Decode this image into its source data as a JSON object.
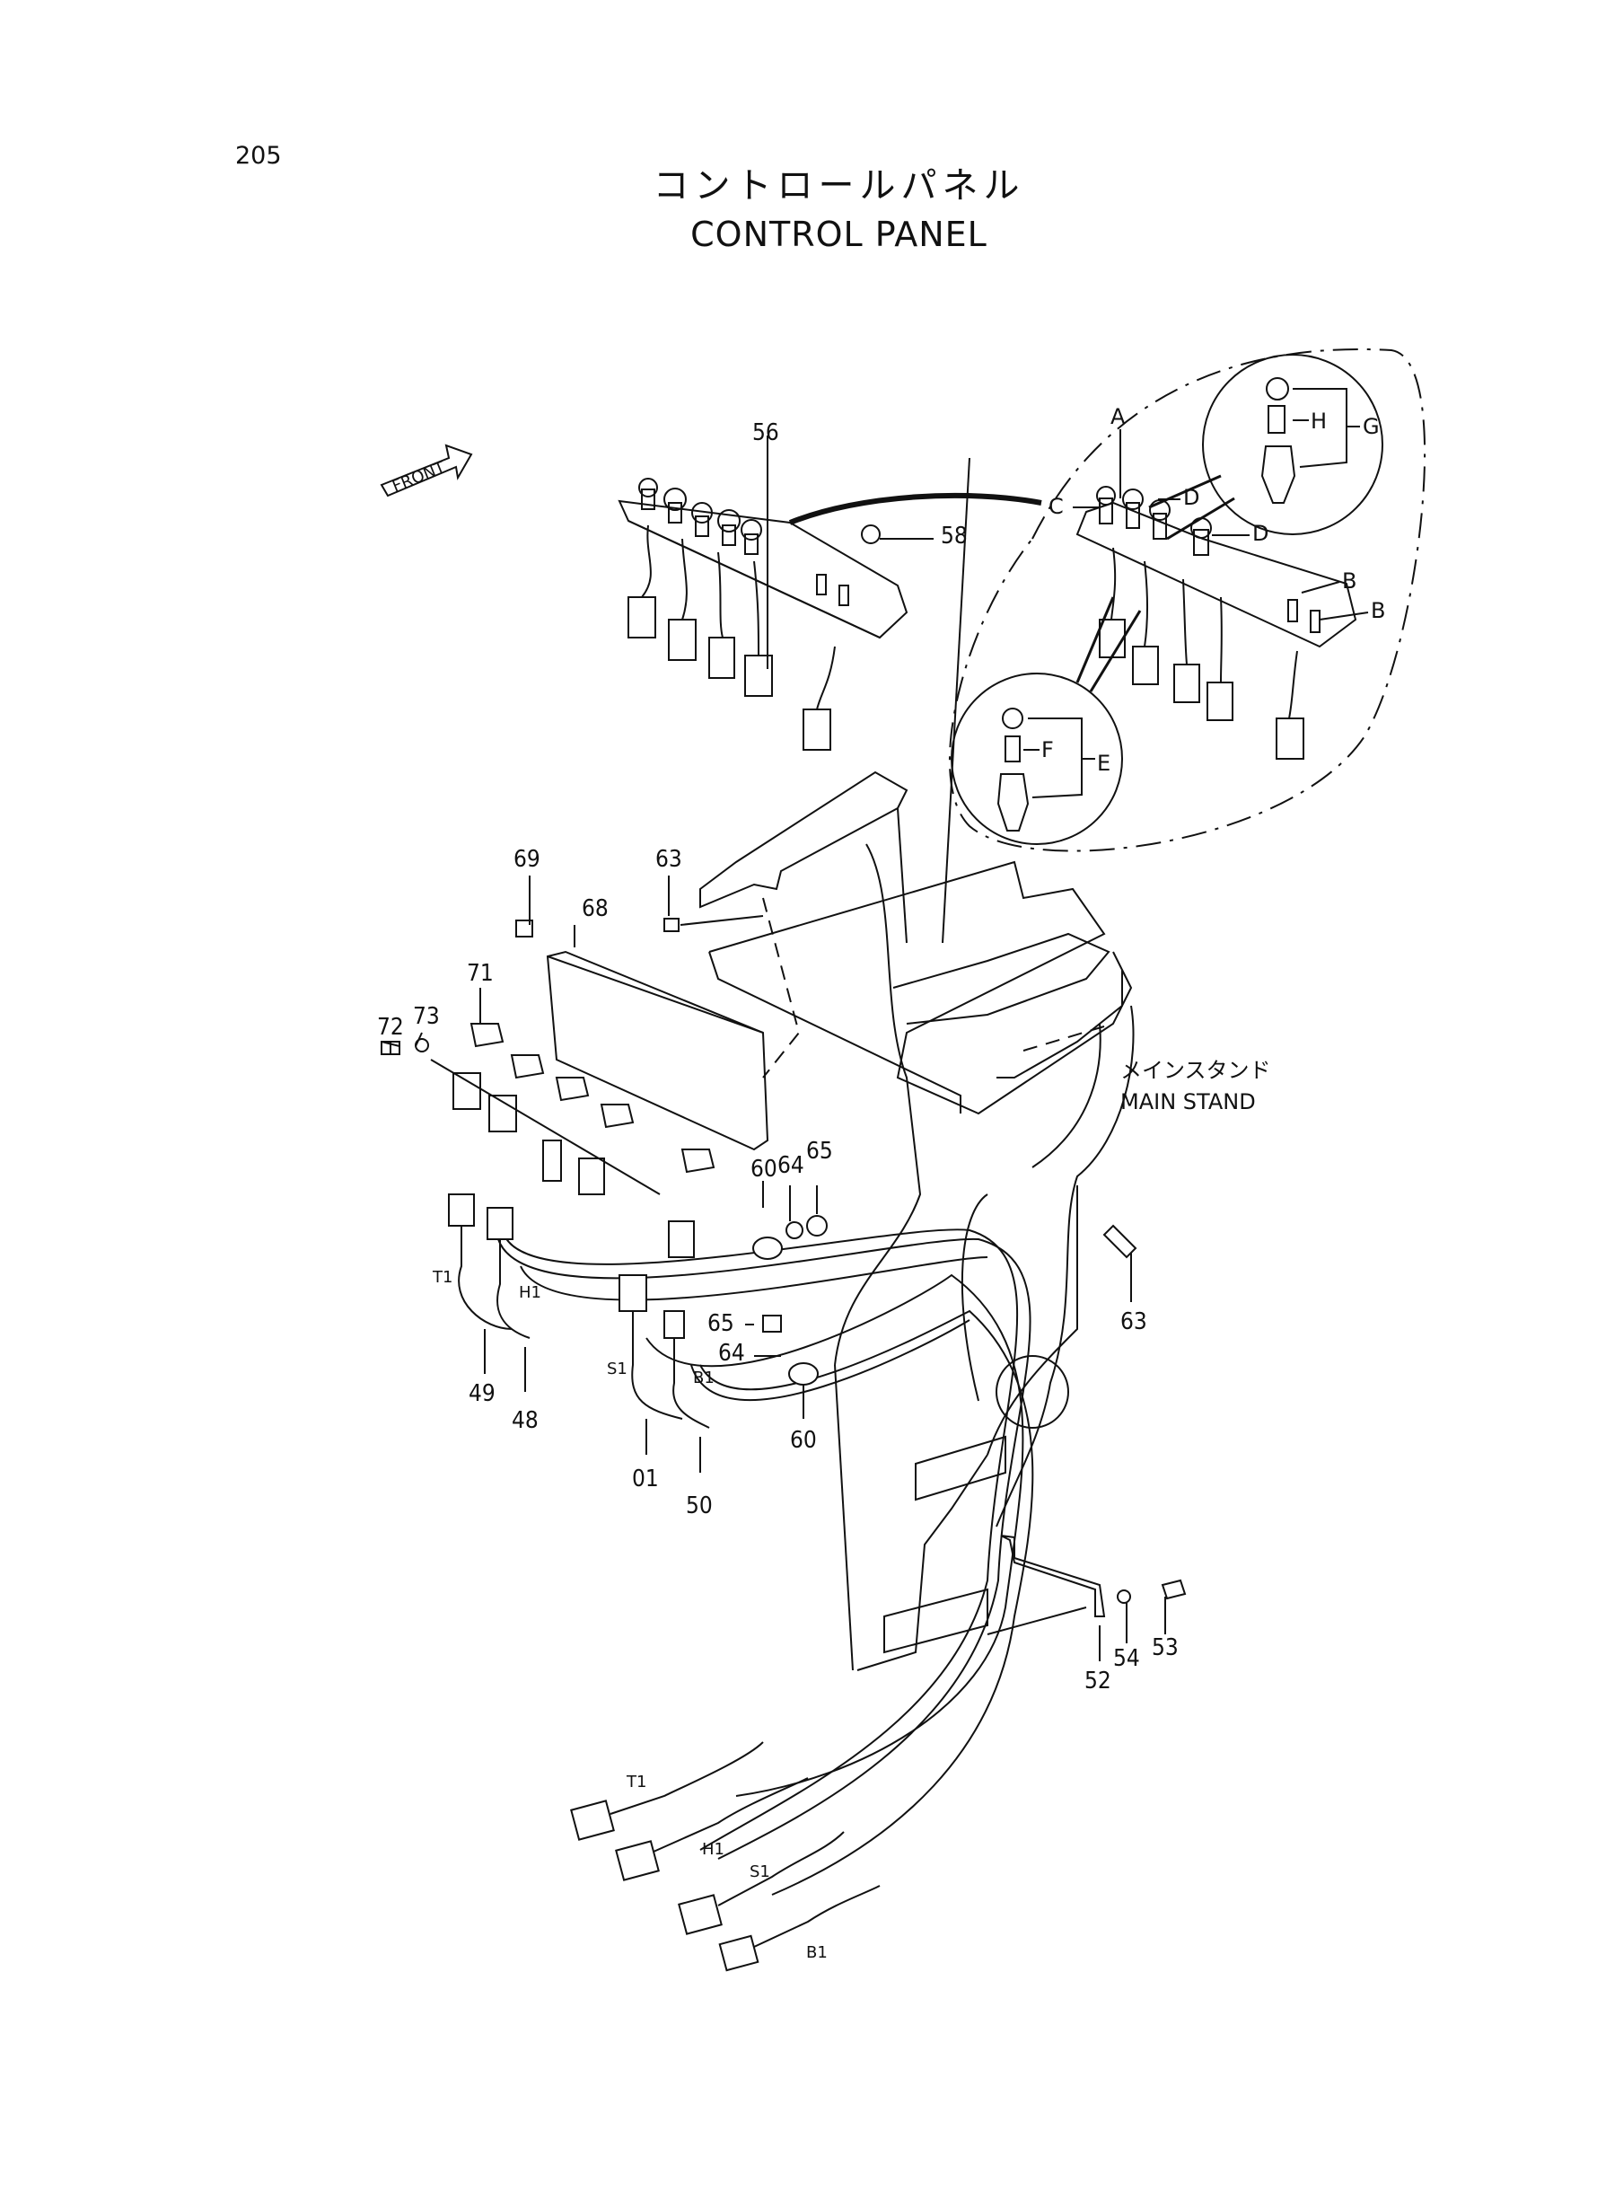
{
  "page_number": "205",
  "title_jp": "コントロールパネル",
  "title_en": "CONTROL PANEL",
  "front_label": "FRONT",
  "main_stand_jp": "メインスタンド",
  "main_stand_en": "MAIN STAND",
  "part_labels": [
    "56",
    "58",
    "69",
    "68",
    "63",
    "71",
    "73",
    "72",
    "60",
    "64",
    "65",
    "63",
    "65",
    "64",
    "60",
    "49",
    "48",
    "01",
    "50",
    "52",
    "54",
    "53"
  ],
  "detail_letters": [
    "A",
    "B",
    "B",
    "C",
    "D",
    "D",
    "E",
    "F",
    "G",
    "H"
  ],
  "wire_tags": [
    "T1",
    "H1",
    "S1",
    "B1",
    "T1",
    "H1",
    "S1",
    "B1"
  ]
}
